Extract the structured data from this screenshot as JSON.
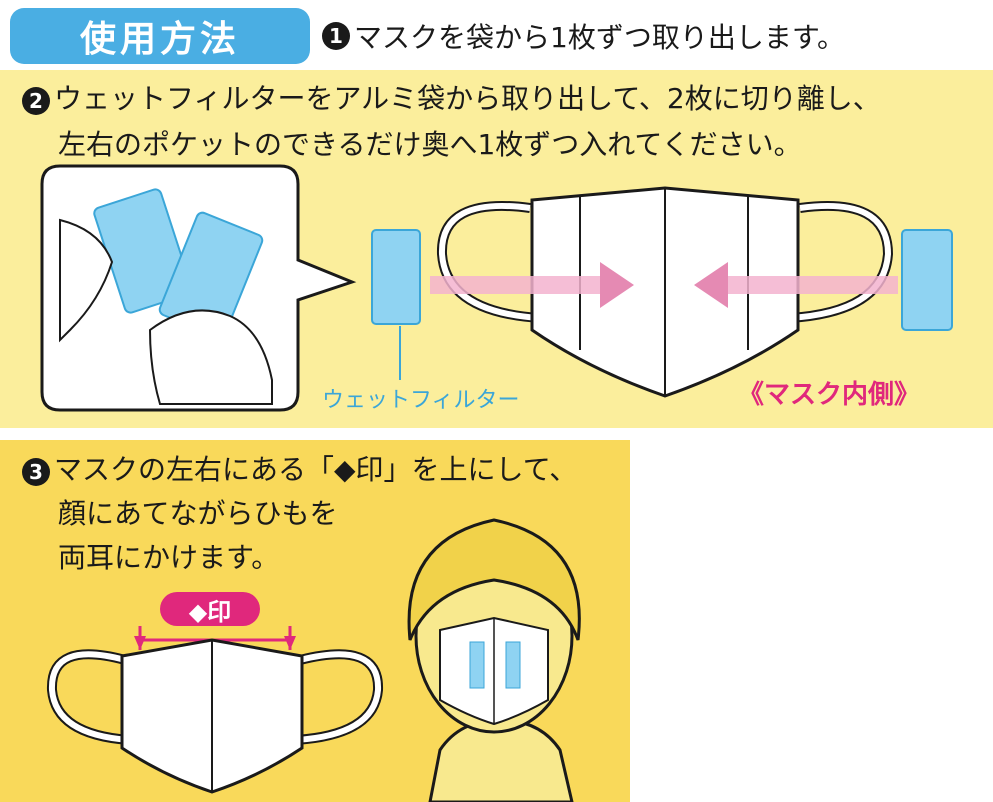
{
  "header": {
    "title": "使用方法"
  },
  "step1": {
    "number": "1",
    "text": "マスクを袋から1枚ずつ取り出します。"
  },
  "step2": {
    "number": "2",
    "line1": "ウェットフィルターをアルミ袋から取り出して、2枚に切り離し、",
    "line2": "左右のポケットのできるだけ奥へ1枚ずつ入れてください。",
    "filter_label": "ウェットフィルター",
    "inside_label": "《マスク内側》"
  },
  "step3": {
    "number": "3",
    "line1": "マスクの左右にある「◆印」を上にして、",
    "line2": "顔にあてながらひもを",
    "line3": "両耳にかけます。",
    "mark_label": "◆印"
  },
  "colors": {
    "header_blue": "#4aaee3",
    "panel2_yellow": "#fbee9c",
    "panel3_yellow": "#f9d95a",
    "accent_pink": "#e0287c",
    "filter_blue": "#8fd3f2"
  }
}
